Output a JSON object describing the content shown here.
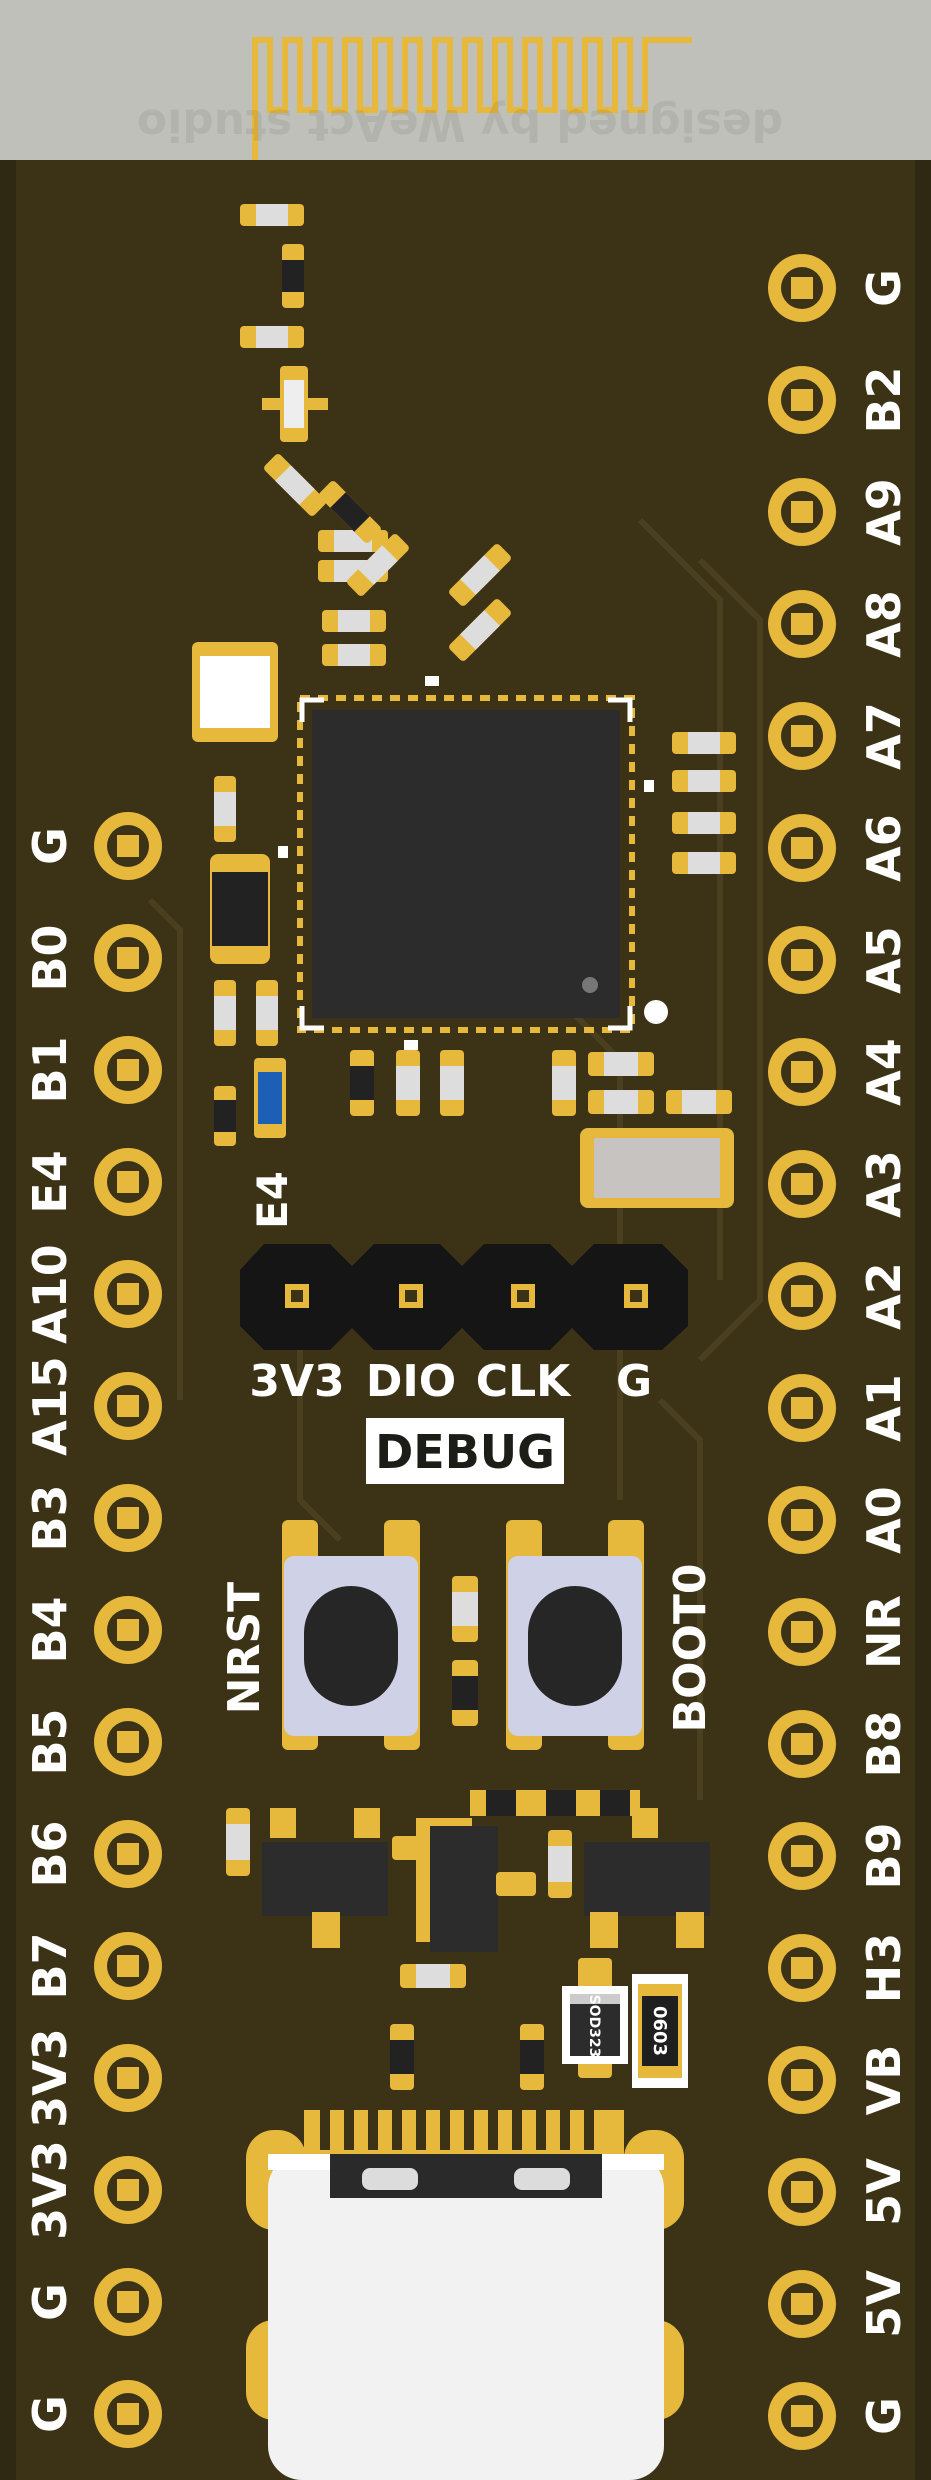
{
  "board": {
    "engraving": "designed by WeAct studio",
    "colors": {
      "pcb": "#3c3317",
      "pcb_edge": "#2f2813",
      "antenna_area": "#bfc0ba",
      "gold": "#e6b83c",
      "silk": "#ffffff",
      "chip": "#2c2c2c",
      "header": "#151515",
      "button": "#cfd2e6"
    }
  },
  "pins": {
    "left": [
      "G",
      "B0",
      "B1",
      "E4",
      "A10",
      "A15",
      "B3",
      "B4",
      "B5",
      "B6",
      "B7",
      "3V3",
      "3V3",
      "G",
      "G"
    ],
    "right": [
      "G",
      "B2",
      "A9",
      "A8",
      "A7",
      "A6",
      "A5",
      "A4",
      "A3",
      "A2",
      "A1",
      "A0",
      "NR",
      "B8",
      "B9",
      "H3",
      "VB",
      "5V",
      "5V",
      "G"
    ]
  },
  "labels": {
    "led": "E4",
    "debug_pins": [
      "3V3",
      "DIO",
      "CLK",
      "G"
    ],
    "debug": "DEBUG",
    "reset_button": "NRST",
    "boot_button": "BOOT0",
    "diode_package": "SOD323",
    "resistor_package": "0603"
  }
}
